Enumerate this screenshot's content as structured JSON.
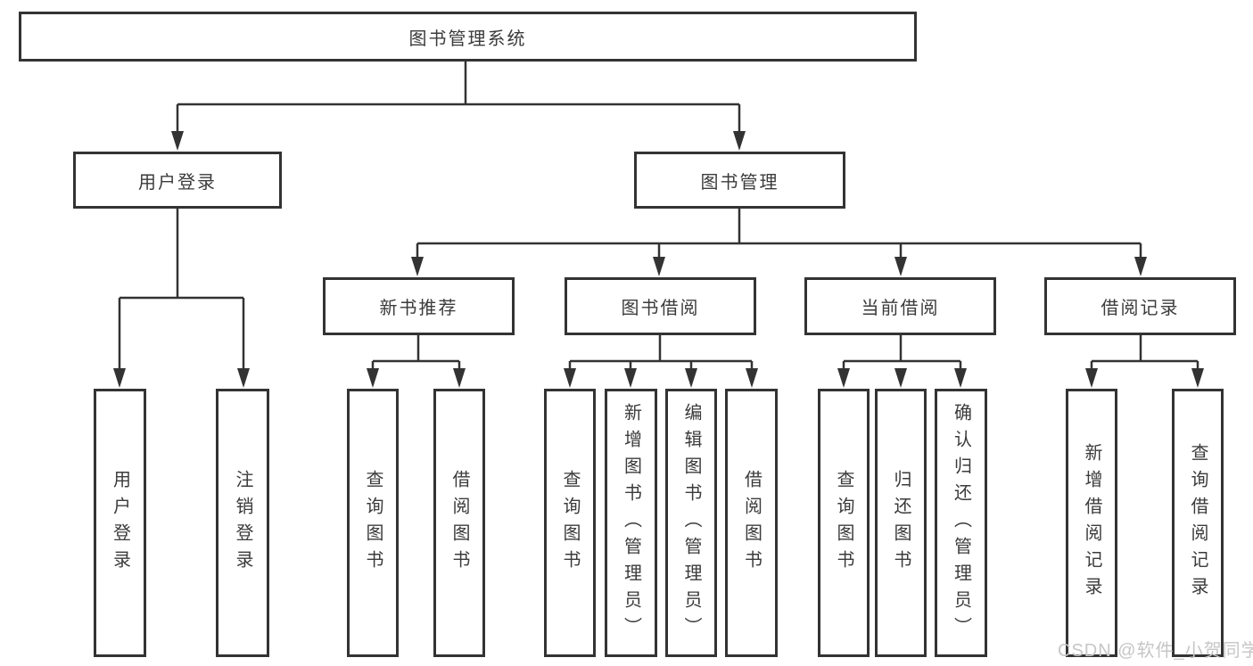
{
  "diagram": {
    "root": {
      "label": "图书管理系统"
    },
    "level2": {
      "user_login": {
        "label": "用户登录"
      },
      "book_management": {
        "label": "图书管理"
      }
    },
    "level3": {
      "new_book_recommendation": {
        "label": "新书推荐"
      },
      "book_borrowing": {
        "label": "图书借阅"
      },
      "current_borrowing": {
        "label": "当前借阅"
      },
      "borrowing_records": {
        "label": "借阅记录"
      }
    },
    "level4": {
      "user_login_leaf": {
        "label": "用户登录"
      },
      "logout": {
        "label": "注销登录"
      },
      "recommend_query_books": {
        "label": "查询图书"
      },
      "recommend_borrow_books": {
        "label": "借阅图书"
      },
      "borrow_query_books": {
        "label": "查询图书"
      },
      "borrow_add_books": {
        "label": "新增图书（管理员）"
      },
      "borrow_edit_books": {
        "label": "编辑图书（管理员）"
      },
      "borrow_borrow_books": {
        "label": "借阅图书"
      },
      "current_query_books": {
        "label": "查询图书"
      },
      "current_return_books": {
        "label": "归还图书"
      },
      "current_confirm_return": {
        "label": "确认归还（管理员）"
      },
      "records_add_record": {
        "label": "新增借阅记录"
      },
      "records_query_record": {
        "label": "查询借阅记录"
      }
    },
    "watermark": "CSDN @软件_小贺同学",
    "colors": {
      "line": "#333333",
      "text": "#3b3b3b",
      "box_background": "#ffffff",
      "watermark": "#c6c6c6",
      "page_background": "#ffffff"
    }
  }
}
